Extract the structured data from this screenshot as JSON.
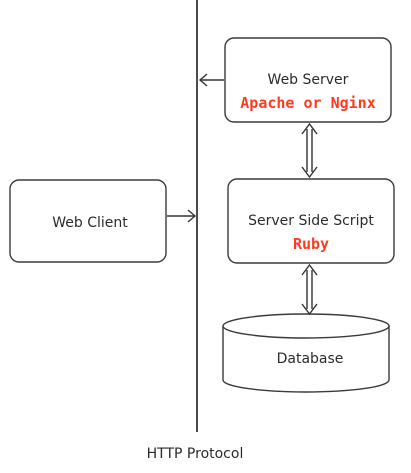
{
  "nodes": {
    "web_server": {
      "label": "Web Server",
      "tech": "Apache or Nginx"
    },
    "server_side_script": {
      "label": "Server Side Script",
      "tech": "Ruby"
    },
    "web_client": {
      "label": "Web Client"
    },
    "database": {
      "label": "Database"
    }
  },
  "protocol": {
    "label": "HTTP Protocol"
  },
  "colors": {
    "tech_text": "#ff3b1f",
    "stroke": "#3a3a3a"
  }
}
